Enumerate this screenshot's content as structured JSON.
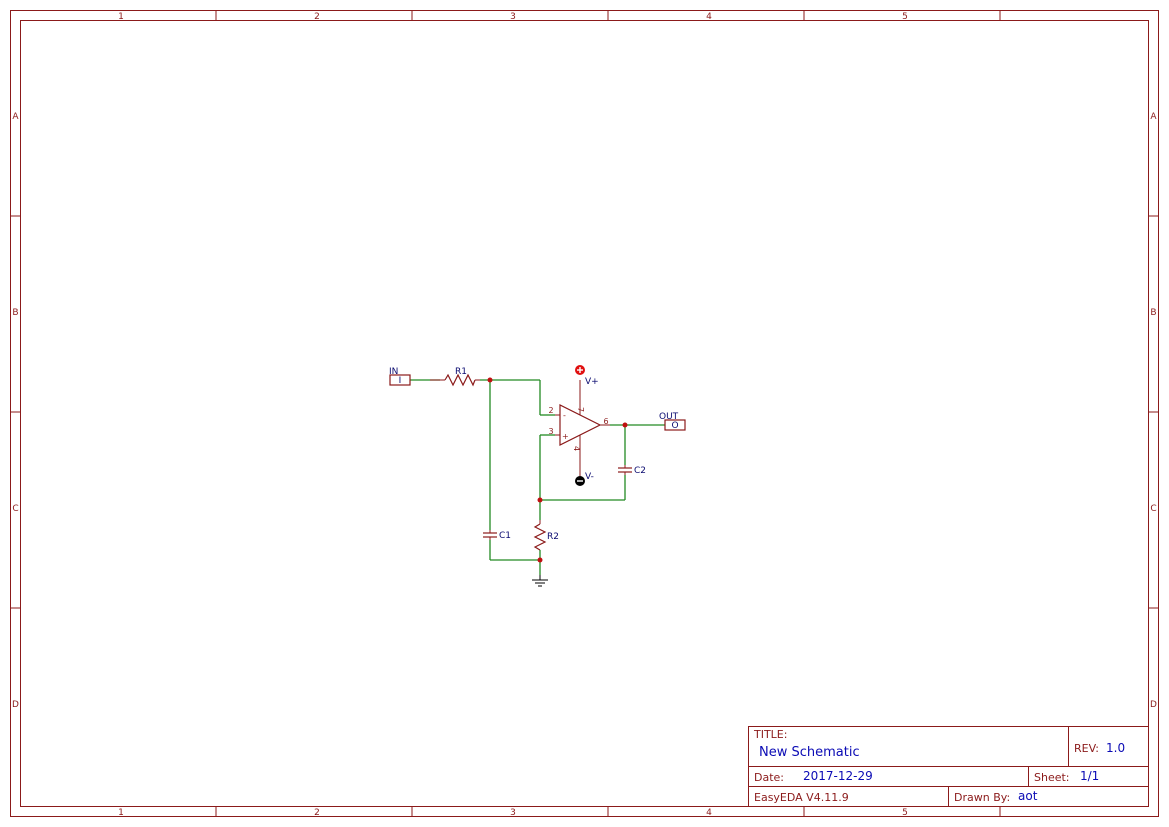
{
  "sheet": {
    "columns": [
      "1",
      "2",
      "3",
      "4",
      "5"
    ],
    "rows": [
      "A",
      "B",
      "C",
      "D"
    ]
  },
  "title_block": {
    "title_label": "TITLE:",
    "title_value": "New Schematic",
    "rev_label": "REV:",
    "rev_value": "1.0",
    "date_label": "Date:",
    "date_value": "2017-12-29",
    "sheet_label": "Sheet:",
    "sheet_value": "1/1",
    "software": "EasyEDA V4.11.9",
    "drawn_by_label": "Drawn By:",
    "drawn_by_value": "aot"
  },
  "schematic": {
    "ports": {
      "input": "IN",
      "input_pin": "I",
      "output": "OUT",
      "output_pin": "O"
    },
    "components": {
      "r1": "R1",
      "r2": "R2",
      "c1": "C1",
      "c2": "C2"
    },
    "power": {
      "vplus": "V+",
      "vminus": "V-"
    },
    "opamp": {
      "pin_inv": "2",
      "pin_noninv": "3",
      "pin_out": "6",
      "pin_vplus": "7",
      "pin_vminus": "4",
      "sign_minus": "-",
      "sign_plus": "+"
    }
  }
}
